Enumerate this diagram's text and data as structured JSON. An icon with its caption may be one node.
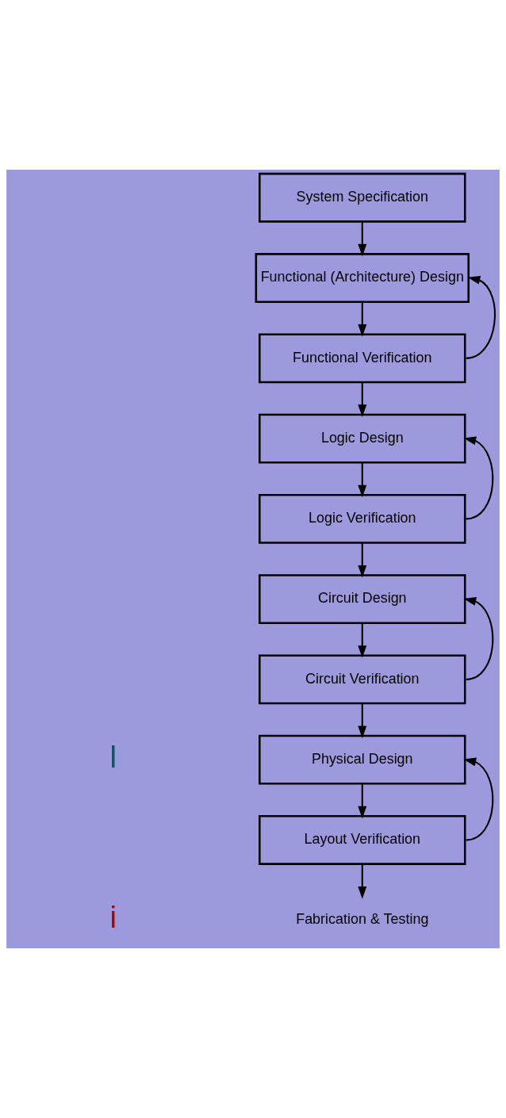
{
  "diagram": {
    "nodes": [
      {
        "text": [
          "System Specification"
        ]
      },
      {
        "text": [
          "Functional (Architecture) Design"
        ]
      },
      {
        "text": [
          "Functional Verification"
        ]
      },
      {
        "text": [
          "Logic Design"
        ]
      },
      {
        "text": [
          "Logic Verification"
        ]
      },
      {
        "text": [
          "Circuit Design"
        ]
      },
      {
        "text": [
          "Circuit Verification"
        ]
      },
      {
        "text": [
          "Physical Design"
        ]
      },
      {
        "text": [
          "Layout Verification"
        ]
      },
      {
        "text": [
          "Fabrication & Testing"
        ]
      }
    ],
    "edges": [
      {
        "from": 0,
        "to": 1,
        "arrow": "to"
      },
      {
        "from": 1,
        "to": 2,
        "arrow": "to"
      },
      {
        "from": 2,
        "to": 3,
        "arrow": "to"
      },
      {
        "from": 3,
        "to": 4,
        "arrow": "to"
      },
      {
        "from": 4,
        "to": 5,
        "arrow": "to"
      },
      {
        "from": 5,
        "to": 6,
        "arrow": "to"
      },
      {
        "from": 6,
        "to": 7,
        "arrow": "to"
      },
      {
        "from": 7,
        "to": 8,
        "arrow": "to"
      },
      {
        "from": 8,
        "to": 9,
        "arrow": "to"
      },
      {
        "from": 2,
        "to": 1,
        "arrow": "to"
      },
      {
        "from": 4,
        "to": 3,
        "arrow": "to"
      },
      {
        "from": 6,
        "to": 5,
        "arrow": "to"
      },
      {
        "from": 8,
        "to": 7,
        "arrow": "to"
      }
    ],
    "labels": [
      "l",
      "i"
    ]
  }
}
